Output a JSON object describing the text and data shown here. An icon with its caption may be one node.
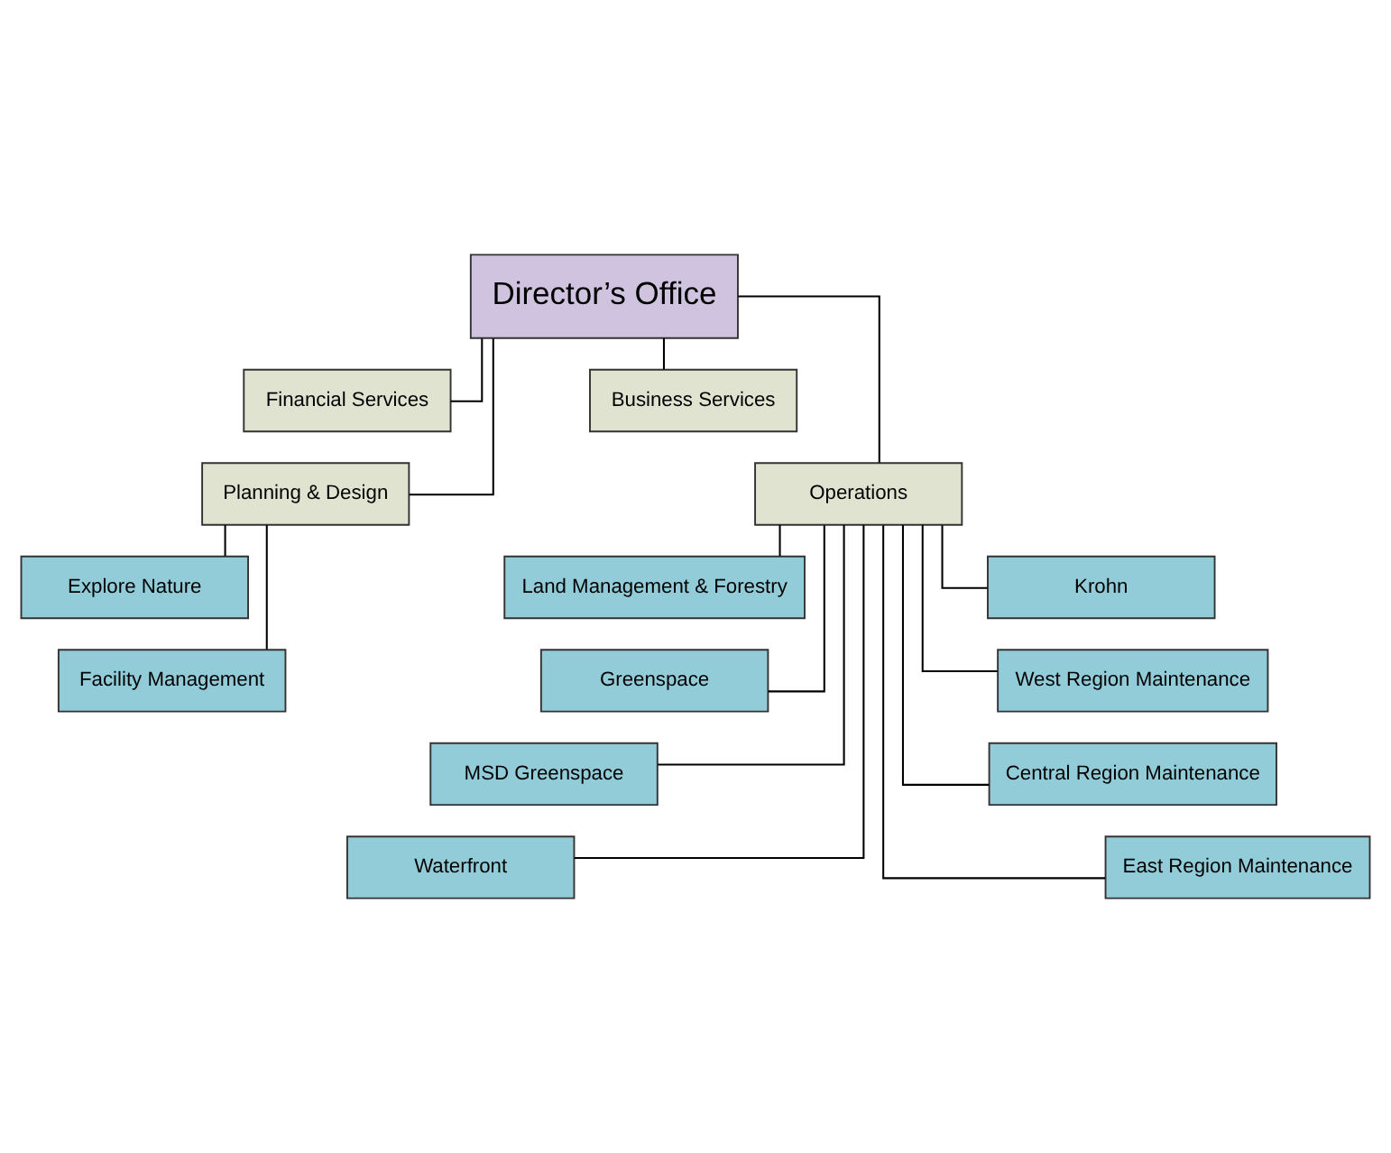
{
  "diagram": {
    "nodes": [
      {
        "text": [
          "Director’s Office"
        ]
      },
      {
        "text": [
          "Financial Services"
        ]
      },
      {
        "text": [
          "Business Services"
        ]
      },
      {
        "text": [
          "Planning & Design"
        ]
      },
      {
        "text": [
          "Operations"
        ]
      },
      {
        "text": [
          "Explore Nature"
        ]
      },
      {
        "text": [
          "Facility Management"
        ]
      },
      {
        "text": [
          "Land Management & Forestry"
        ]
      },
      {
        "text": [
          "Krohn"
        ]
      },
      {
        "text": [
          "Greenspace"
        ]
      },
      {
        "text": [
          "West Region Maintenance"
        ]
      },
      {
        "text": [
          "MSD Greenspace"
        ]
      },
      {
        "text": [
          "Central Region Maintenance"
        ]
      },
      {
        "text": [
          "Waterfront"
        ]
      },
      {
        "text": [
          "East Region Maintenance"
        ]
      }
    ],
    "edges": [
      {
        "from": 0,
        "to": 1,
        "arrow": "none"
      },
      {
        "from": 0,
        "to": 2,
        "arrow": "none"
      },
      {
        "from": 0,
        "to": 3,
        "arrow": "none"
      },
      {
        "from": 0,
        "to": 4,
        "arrow": "none"
      },
      {
        "from": 3,
        "to": 5,
        "arrow": "none"
      },
      {
        "from": 3,
        "to": 6,
        "arrow": "none"
      },
      {
        "from": 4,
        "to": 7,
        "arrow": "none"
      },
      {
        "from": 4,
        "to": 8,
        "arrow": "none"
      },
      {
        "from": 4,
        "to": 9,
        "arrow": "none"
      },
      {
        "from": 4,
        "to": 10,
        "arrow": "none"
      },
      {
        "from": 4,
        "to": 11,
        "arrow": "none"
      },
      {
        "from": 4,
        "to": 12,
        "arrow": "none"
      },
      {
        "from": 4,
        "to": 13,
        "arrow": "none"
      },
      {
        "from": 4,
        "to": 14,
        "arrow": "none"
      }
    ]
  }
}
